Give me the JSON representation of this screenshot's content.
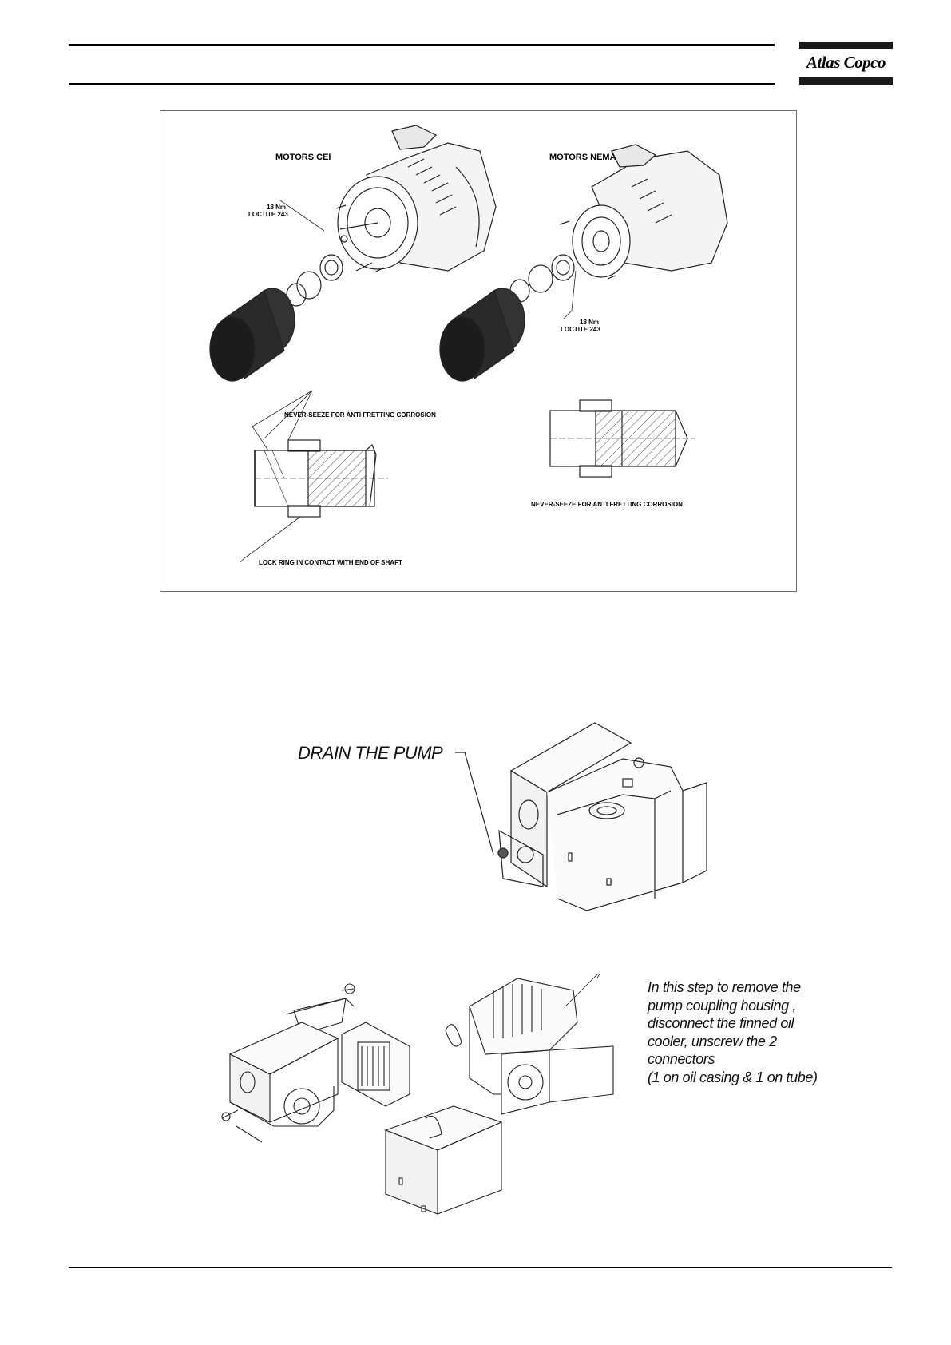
{
  "header": {
    "logo_text": "Atlas Copco"
  },
  "coupling_figure": {
    "motors_cei_label": "MOTORS CEI",
    "motors_nema_label": "MOTORS NEMA",
    "torque_cei": "18 Nm",
    "loctite_cei": "LOCTITE 243",
    "torque_nema": "18 Nm",
    "loctite_nema": "LOCTITE 243",
    "never_seeze_left": "NEVER-SEEZE FOR ANTI FRETTING CORROSION",
    "lock_ring_note": "LOCK RING IN CONTACT WITH END OF SHAFT",
    "never_seeze_right": "NEVER-SEEZE FOR ANTI FRETTING CORROSION"
  },
  "drain_figure": {
    "label": "DRAIN THE PUMP"
  },
  "housing_figure": {
    "note": "In this step to remove the\npump coupling housing ,\ndisconnect the finned oil\ncooler, unscrew the 2\nconnectors\n(1 on oil casing & 1 on tube)"
  }
}
